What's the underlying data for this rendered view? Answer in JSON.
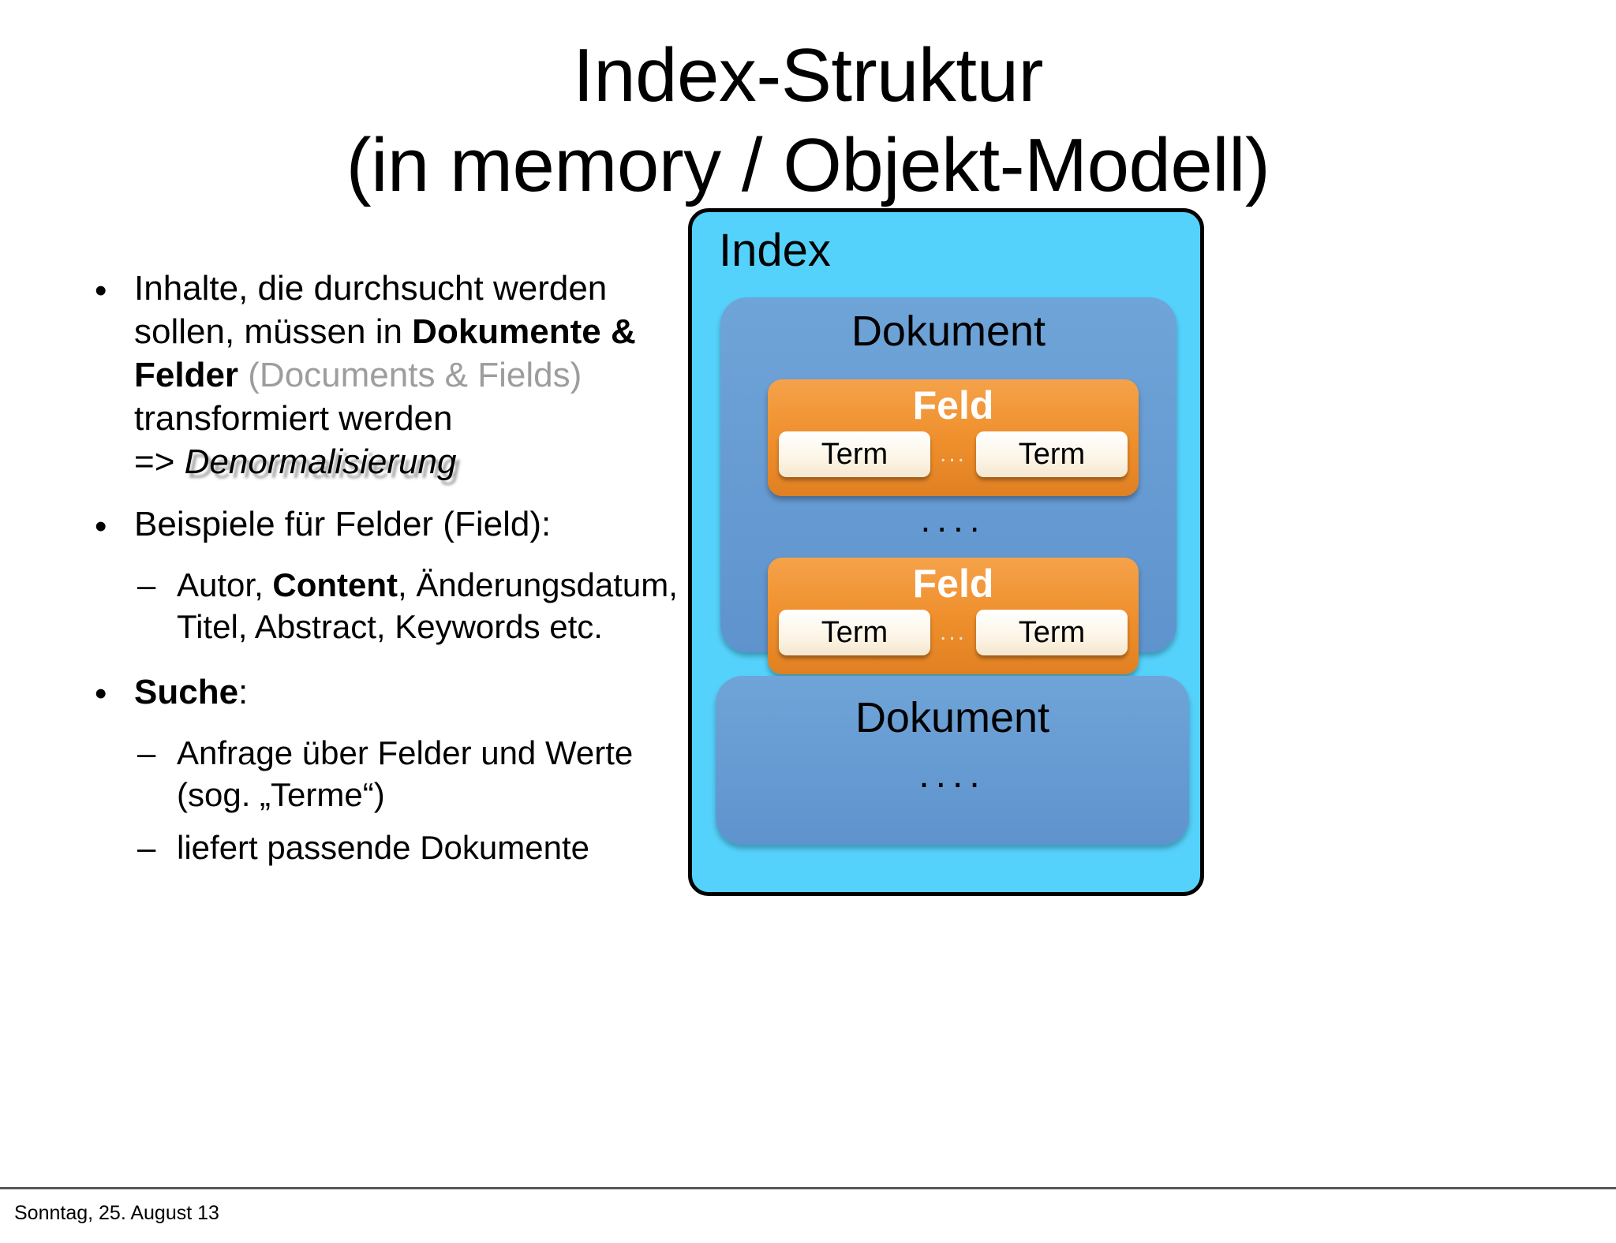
{
  "slide": {
    "title_line1": "Index-Struktur",
    "title_line2": "(in memory / Objekt-Modell)",
    "footer": "Sonntag, 25. August 13"
  },
  "bullets": {
    "marker_dot": "•",
    "marker_dash": "–",
    "item1": {
      "part1": "Inhalte, die durchsucht werden sollen, müssen in ",
      "part2_bold": "Dokumente & Felder",
      "part3_grey": " (Documents & Fields)",
      "part4": " transformiert werden",
      "arrow": "=> ",
      "emphasis": "Denormalisierung"
    },
    "item2": {
      "text": "Beispiele für Felder (Field):",
      "sub1_a": "Autor, ",
      "sub1_bold": "Content",
      "sub1_b": ", Änderungsdatum, Titel, Abstract, Keywords etc."
    },
    "item3": {
      "bold": "Suche",
      "colon": ":",
      "sub1": "Anfrage über Felder und Werte (sog. „Terme“)",
      "sub2": "liefert passende Dokumente"
    }
  },
  "diagram": {
    "index_label": "Index",
    "documents": [
      {
        "label": "Dokument",
        "fields": [
          {
            "label": "Feld",
            "terms": [
              "Term",
              "Term"
            ],
            "term_ellipsis": "..."
          },
          {
            "label": "Feld",
            "terms": [
              "Term",
              "Term"
            ],
            "term_ellipsis": "..."
          }
        ],
        "field_separator": "...."
      },
      {
        "label": "Dokument",
        "dots": "...."
      }
    ],
    "colors": {
      "index_fill": "#55d2fb",
      "index_border": "#000000",
      "document_fill": "#6a9ed4",
      "field_fill": "#ef8f2c",
      "term_fill": "#fdf6e8",
      "field_label_color": "#ffffff"
    }
  }
}
